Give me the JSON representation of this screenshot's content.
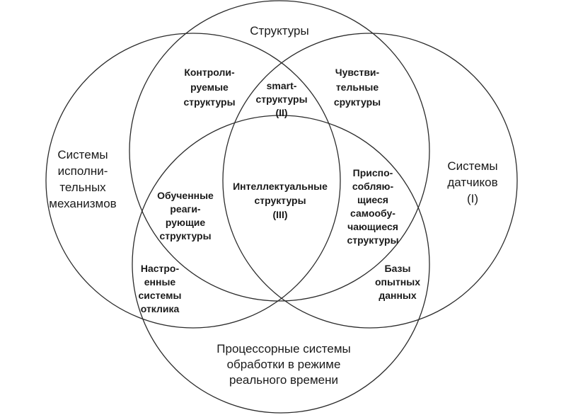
{
  "regions": {
    "structures": {
      "lines": [
        "Структуры"
      ]
    },
    "controlled": {
      "lines": [
        "Контроли-",
        "руемые",
        "структуры"
      ]
    },
    "smart": {
      "lines": [
        "smart-",
        "структуры",
        "(II)"
      ]
    },
    "sensitive": {
      "lines": [
        "Чувстви-",
        "тельные",
        "сруктуры"
      ]
    },
    "actuators": {
      "lines": [
        "Системы",
        "исполни-",
        "тельных",
        "механизмов"
      ]
    },
    "sensors": {
      "lines": [
        "Системы",
        "датчиков",
        "(I)"
      ]
    },
    "trained": {
      "lines": [
        "Обученные",
        "реаги-",
        "рующие",
        "структуры"
      ]
    },
    "intelligent": {
      "lines": [
        "Интеллектуальные",
        "структуры",
        "",
        "(III)"
      ]
    },
    "adaptive": {
      "lines": [
        "Приспо-",
        "собляю-",
        "щиеся",
        "самообу-",
        "чающиеся",
        "структуры"
      ]
    },
    "tuned": {
      "lines": [
        "Настро-",
        "енные",
        "системы",
        "отклика"
      ]
    },
    "databases": {
      "lines": [
        "Базы",
        "опытных",
        "данных"
      ]
    },
    "processors": {
      "lines": [
        "Процессорные системы",
        "обработки в режиме",
        "реального времени"
      ]
    }
  }
}
